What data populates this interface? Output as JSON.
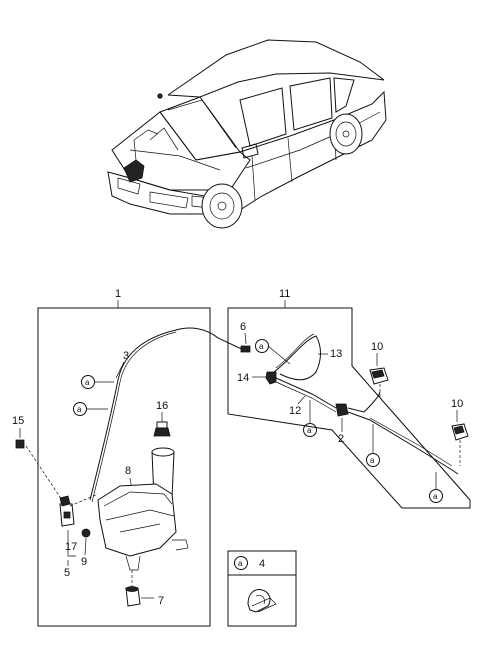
{
  "callout_letter": "a",
  "labels": {
    "p1": "1",
    "p2": "2",
    "p3": "3",
    "p4": "4",
    "p5": "5",
    "p6": "6",
    "p7": "7",
    "p8": "8",
    "p9": "9",
    "p10a": "10",
    "p10b": "10",
    "p11": "11",
    "p12": "12",
    "p13": "13",
    "p14": "14",
    "p15": "15",
    "p16": "16",
    "p17": "17"
  }
}
